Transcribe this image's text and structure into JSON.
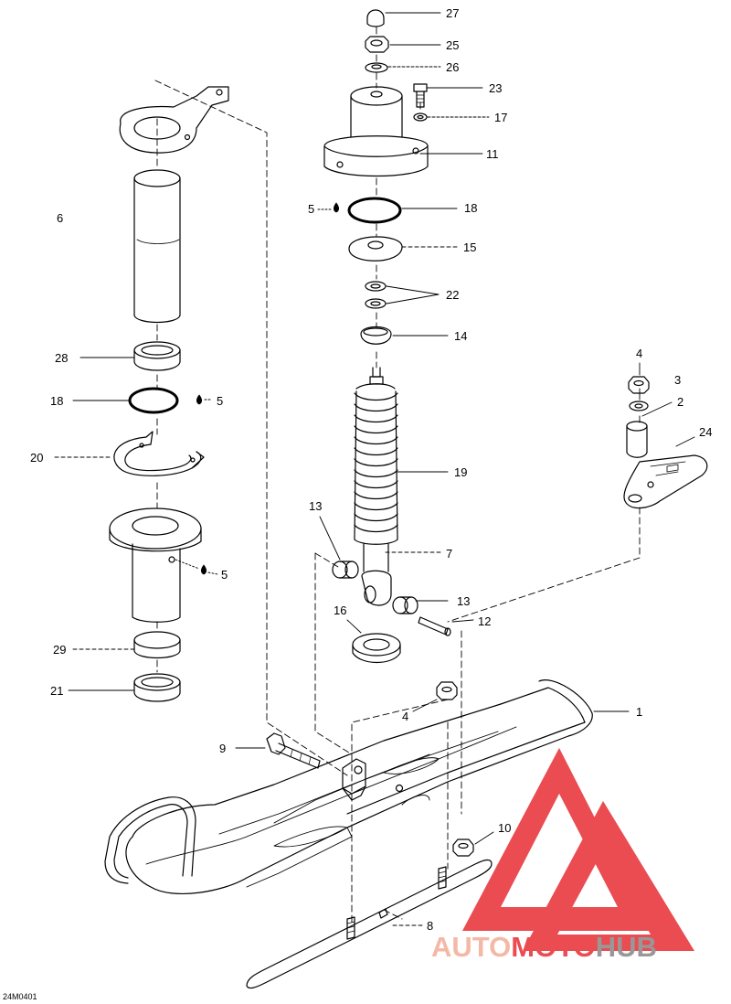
{
  "drawing_code": "24M0401",
  "watermark": {
    "part1": "AUTO",
    "part2": "MOTO",
    "part3": "HUB",
    "color_light": "#f2b09a",
    "color_red": "#e8343a",
    "color_gray": "#8a8a8a"
  },
  "callouts": [
    {
      "id": "c27",
      "text": "27"
    },
    {
      "id": "c25",
      "text": "25"
    },
    {
      "id": "c26",
      "text": "26"
    },
    {
      "id": "c23",
      "text": "23"
    },
    {
      "id": "c17",
      "text": "17"
    },
    {
      "id": "c11",
      "text": "11"
    },
    {
      "id": "c18a",
      "text": "18"
    },
    {
      "id": "c5a",
      "text": "5"
    },
    {
      "id": "c15",
      "text": "15"
    },
    {
      "id": "c22",
      "text": "22"
    },
    {
      "id": "c14",
      "text": "14"
    },
    {
      "id": "c6",
      "text": "6"
    },
    {
      "id": "c28",
      "text": "28"
    },
    {
      "id": "c18b",
      "text": "18"
    },
    {
      "id": "c5b",
      "text": "5"
    },
    {
      "id": "c20",
      "text": "20"
    },
    {
      "id": "c19",
      "text": "19"
    },
    {
      "id": "c4a",
      "text": "4"
    },
    {
      "id": "c3",
      "text": "3"
    },
    {
      "id": "c2",
      "text": "2"
    },
    {
      "id": "c24",
      "text": "24"
    },
    {
      "id": "c13a",
      "text": "13"
    },
    {
      "id": "c7",
      "text": "7"
    },
    {
      "id": "c5c",
      "text": "5"
    },
    {
      "id": "c13b",
      "text": "13"
    },
    {
      "id": "c16",
      "text": "16"
    },
    {
      "id": "c12",
      "text": "12"
    },
    {
      "id": "c29",
      "text": "29"
    },
    {
      "id": "c21",
      "text": "21"
    },
    {
      "id": "c4b",
      "text": "4"
    },
    {
      "id": "c1",
      "text": "1"
    },
    {
      "id": "c9",
      "text": "9"
    },
    {
      "id": "c10",
      "text": "10"
    },
    {
      "id": "c8",
      "text": "8"
    }
  ]
}
